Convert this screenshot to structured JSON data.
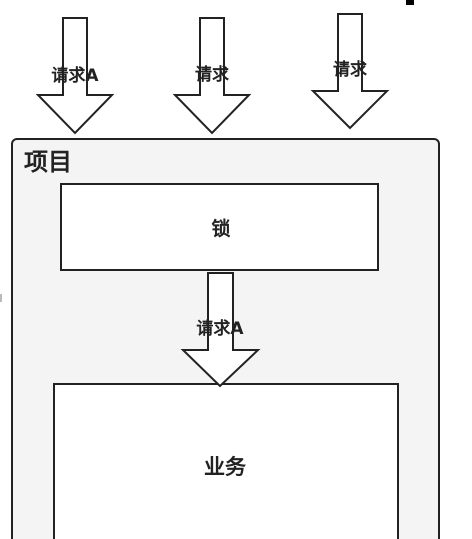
{
  "project": {
    "title": "项目"
  },
  "lock": {
    "label": "锁"
  },
  "business": {
    "label": "业务"
  },
  "arrows": {
    "request_1": "请求A",
    "request_2": "请求",
    "request_3": "请求",
    "inner_request": "请求A"
  },
  "colors": {
    "stroke": "#222222",
    "project_fill": "#f4f4f4",
    "box_fill": "#ffffff"
  }
}
